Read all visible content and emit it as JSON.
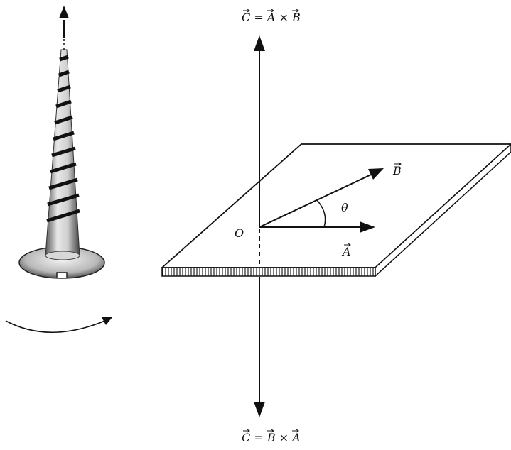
{
  "labels": {
    "top_formula": {
      "c": "C",
      "eq": " = ",
      "a": "A",
      "times": " × ",
      "b": "B"
    },
    "bottom_formula": {
      "c": "C",
      "eq": " = ",
      "b": "B",
      "times": " × ",
      "a": "A"
    },
    "vector_a": "A",
    "vector_b": "B",
    "origin": "O",
    "angle": "θ"
  }
}
